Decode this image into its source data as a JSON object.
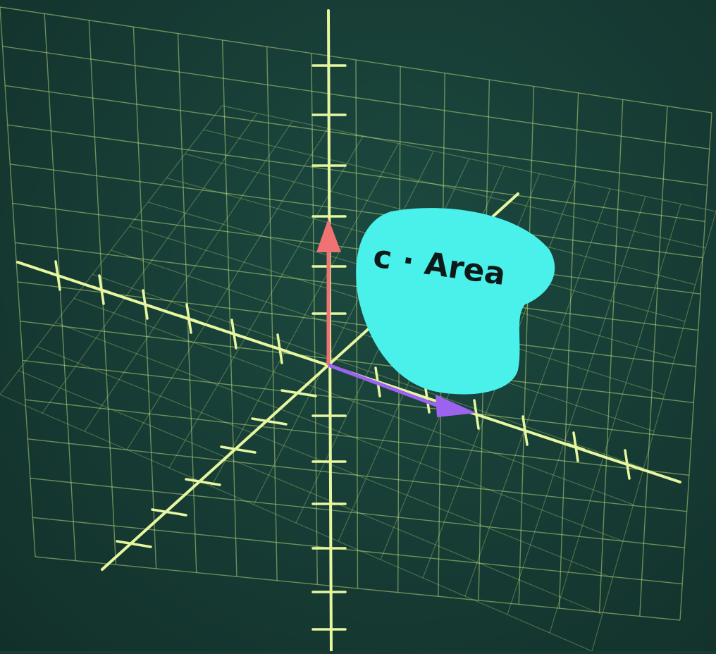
{
  "scene": {
    "background_color": "#173a33",
    "grid_color": "#d6f58a",
    "axis_color": "#e6f7a0"
  },
  "vectors": [
    {
      "name": "vertical-vector",
      "color": "#f07272"
    },
    {
      "name": "horizontal-vector",
      "color": "#9b63f0"
    }
  ],
  "region": {
    "label": "c · Area",
    "color": "#4af0ea"
  }
}
